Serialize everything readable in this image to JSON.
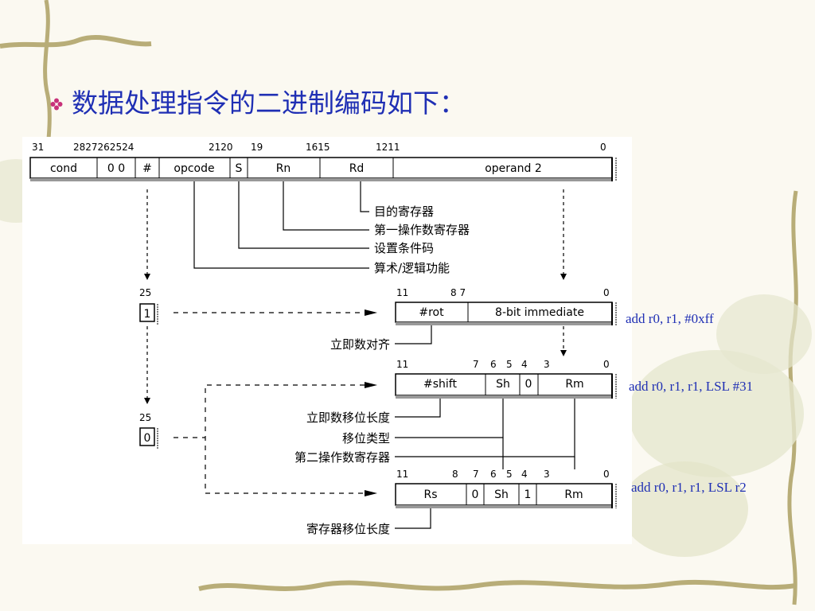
{
  "title": "数据处理指令的二进制编码如下：",
  "format": {
    "bit_numbers": [
      "31",
      "2827262524",
      "2120",
      "19",
      "1615",
      "1211",
      "0"
    ],
    "fields": [
      "cond",
      "0 0",
      "#",
      "opcode",
      "S",
      "Rn",
      "Rd",
      "operand 2"
    ],
    "legend": [
      "目的寄存器",
      "第一操作数寄存器",
      "设置条件码",
      "算术/逻辑功能"
    ]
  },
  "immediate_branch": {
    "bit25_label": "25",
    "bit25_value": "1",
    "bit_numbers": [
      "11",
      "8 7",
      "0"
    ],
    "fields": [
      "#rot",
      "8-bit immediate"
    ],
    "note": "立即数对齐",
    "example": "add r0, r1, #0xff"
  },
  "register_shift_imm": {
    "bit25_label": "25",
    "bit25_value": "0",
    "bit_numbers": [
      "11",
      "7",
      "6",
      "5",
      "4",
      "3",
      "0"
    ],
    "fields": [
      "#shift",
      "Sh",
      "0",
      "Rm"
    ],
    "notes": [
      "立即数移位长度",
      "移位类型",
      "第二操作数寄存器"
    ],
    "example": "add r0, r1, r1, LSL #31"
  },
  "register_shift_reg": {
    "bit_numbers": [
      "11",
      "8",
      "7",
      "6",
      "5",
      "4",
      "3",
      "0"
    ],
    "fields": [
      "Rs",
      "0",
      "Sh",
      "1",
      "Rm"
    ],
    "note": "寄存器移位长度",
    "example": "add r0, r1, r1, LSL r2"
  }
}
